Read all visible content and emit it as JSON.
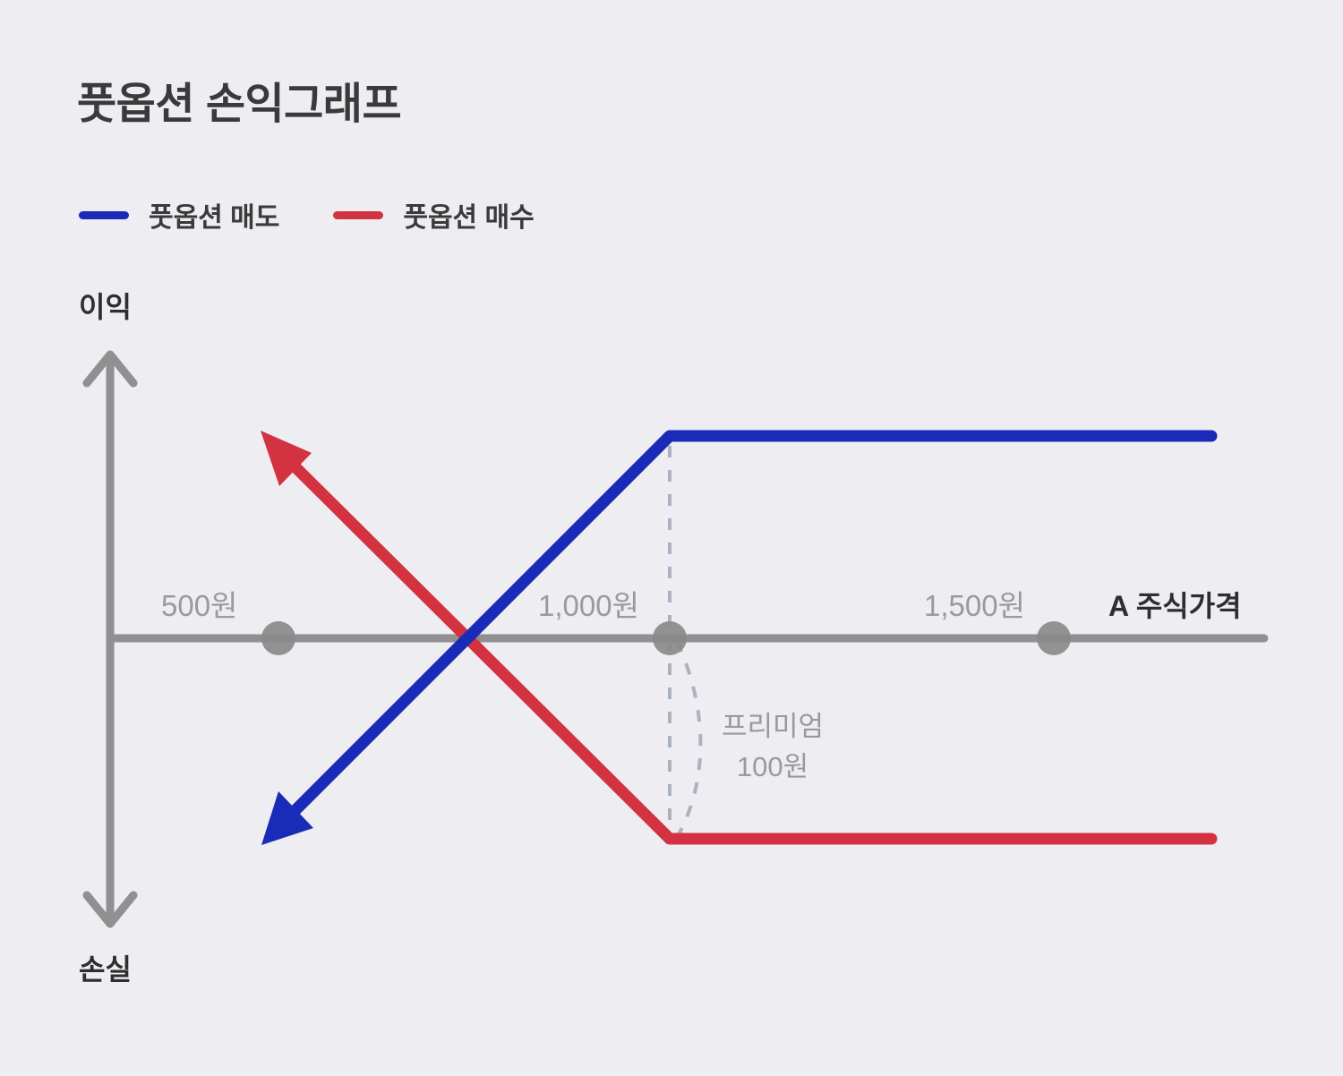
{
  "page": {
    "background_color": "#EDEDF2",
    "title": "풋옵션 손익그래프"
  },
  "legend": {
    "items": [
      {
        "label": "풋옵션 매도",
        "color": "#1A2BB8",
        "swatch": "line-swatch"
      },
      {
        "label": "풋옵션 매수",
        "color": "#D33240",
        "swatch": "line-swatch"
      }
    ]
  },
  "axes": {
    "y_top_label": "이익",
    "y_bottom_label": "손실",
    "x_right_label": "A 주식가격",
    "axis_color": "#909090"
  },
  "ticks": [
    {
      "label": "500원",
      "value": 500
    },
    {
      "label": "1,000원",
      "value": 1000
    },
    {
      "label": "1,500원",
      "value": 1500
    }
  ],
  "annotations": {
    "premium_line1": "프리미엄",
    "premium_line2": "100원"
  },
  "chart_data": {
    "type": "line",
    "title": "풋옵션 손익그래프",
    "xlabel": "A 주식가격",
    "ylabel": "이익 / 손실",
    "grid": false,
    "legend_position": "top-left",
    "x_tick_labels": [
      "500원",
      "1,000원",
      "1,500원"
    ],
    "x_ticks": [
      500,
      1000,
      1500
    ],
    "strike_price": 1000,
    "premium": 100,
    "break_even": 900,
    "annotations": [
      {
        "text": "프리미엄 100원",
        "x": 1000,
        "y_from": 0,
        "y_to": -100
      }
    ],
    "series": [
      {
        "name": "풋옵션 매도",
        "color": "#1A2BB8",
        "arrow": "down-left",
        "points": [
          {
            "x": 380,
            "y": -520
          },
          {
            "x": 900,
            "y": 0
          },
          {
            "x": 1000,
            "y": 100
          },
          {
            "x": 1800,
            "y": 100
          }
        ]
      },
      {
        "name": "풋옵션 매수",
        "color": "#D33240",
        "arrow": "up-left",
        "points": [
          {
            "x": 380,
            "y": 520
          },
          {
            "x": 900,
            "y": 0
          },
          {
            "x": 1000,
            "y": -100
          },
          {
            "x": 1800,
            "y": -100
          }
        ]
      }
    ]
  }
}
